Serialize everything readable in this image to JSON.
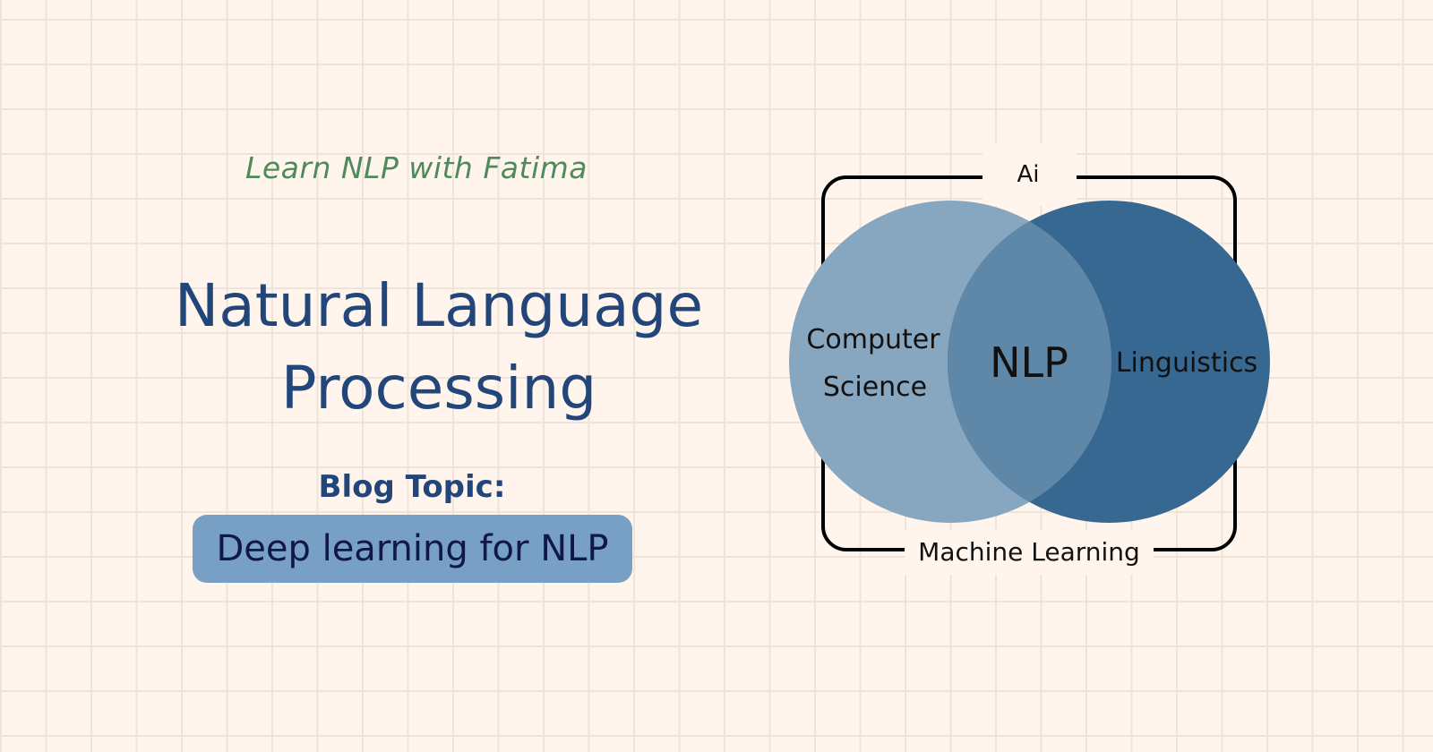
{
  "tagline": "Learn NLP with Fatima",
  "title": {
    "line1": "Natural Language",
    "line2": "Processing"
  },
  "blog_topic": {
    "label": "Blog Topic:",
    "value": "Deep learning for NLP"
  },
  "venn": {
    "outer_top_label": "Ai",
    "outer_bottom_label": "Machine Learning",
    "left_label_line1": "Computer",
    "left_label_line2": "Science",
    "center_label": "NLP",
    "right_label": "Linguistics",
    "colors": {
      "left": "#87a6bf",
      "right": "#366892",
      "overlap": "#5f87a8"
    }
  }
}
